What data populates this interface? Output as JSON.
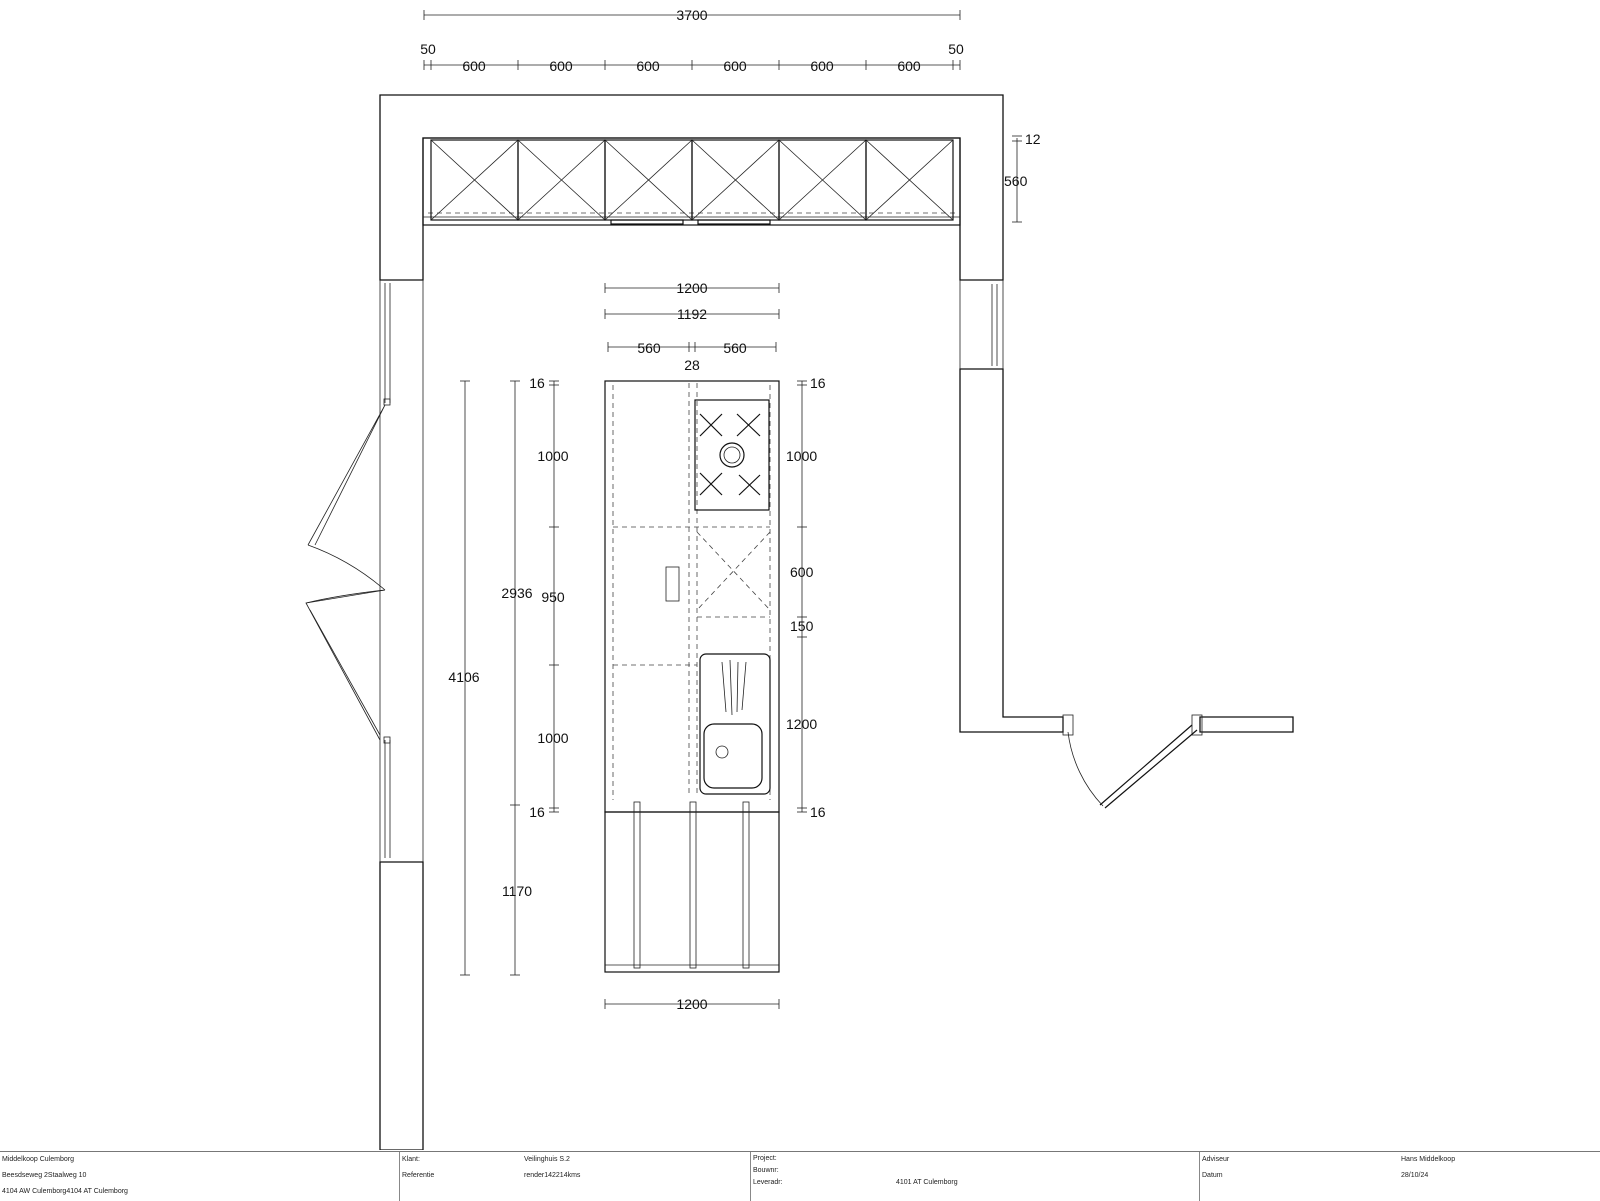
{
  "dimensions": {
    "overall_width": "3700",
    "edge_left": "50",
    "edge_right": "50",
    "cabinet_widths": [
      "600",
      "600",
      "600",
      "600",
      "600",
      "600"
    ],
    "wall_offset": "12",
    "wall_cabinet_depth": "560",
    "island_width": "1200",
    "island_top_width": "1192",
    "island_half_left": "560",
    "island_half_right": "560",
    "island_gap": "28",
    "left_top_inset": "16",
    "left_bottom_inset": "16",
    "left_seg_top": "1000",
    "left_seg_mid": "950",
    "left_seg_bottom": "1000",
    "left_cabinet_run": "2936",
    "left_overhang": "1170",
    "total_length": "4106",
    "right_top_inset": "16",
    "right_bottom_inset": "16",
    "right_seg_top": "1000",
    "right_seg_dishwasher": "600",
    "right_seg_filler": "150",
    "right_seg_sink": "1200",
    "bottom_width": "1200"
  },
  "title_block": {
    "company": "Middelkoop Culemborg",
    "address": "Beesdseweg 2Staalweg 10",
    "postal": "4104 AW Culemborg4104 AT Culemborg",
    "klant_label": "Klant:",
    "klant_value": "Veilinghuis S.2",
    "referentie_label": "Referentie",
    "referentie_value": "render142214kms",
    "project_label": "Project:",
    "bouwnr_label": "Bouwnr:",
    "leveradr_label": "Leveradr:",
    "leveradr_value": "4101 AT Culemborg",
    "adviseur_label": "Adviseur",
    "adviseur_value": "Hans Middelkoop",
    "datum_label": "Datum",
    "datum_value": "28/10/24"
  }
}
